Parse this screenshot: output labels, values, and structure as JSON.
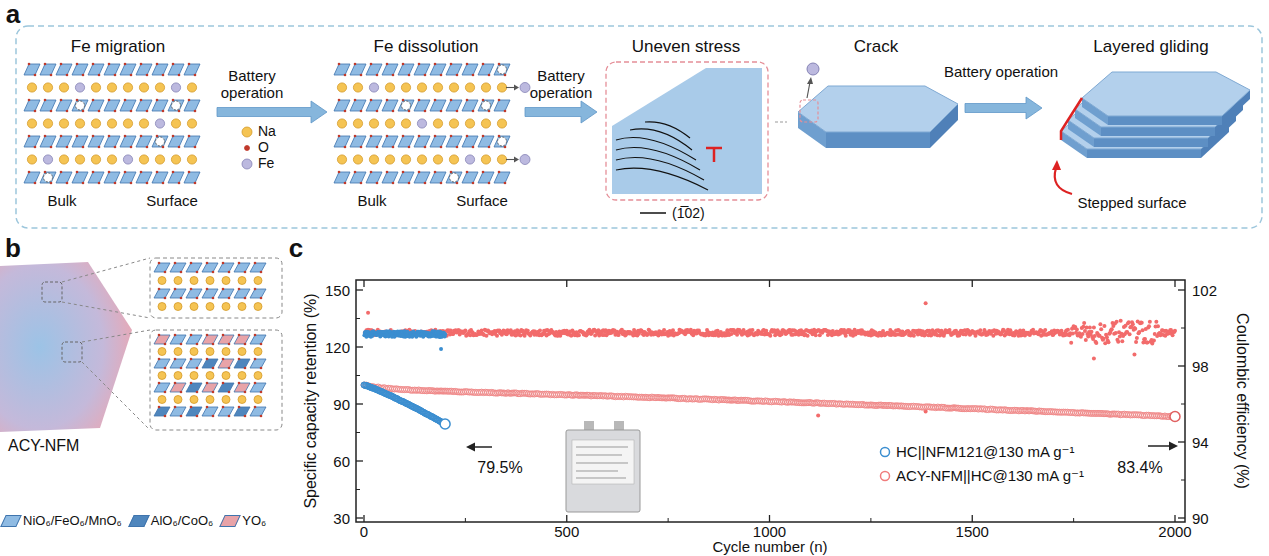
{
  "diagram": {
    "nodes": [
      {
        "text": [
          "Fe migration"
        ]
      },
      {
        "text": [
          "Fe dissolution"
        ]
      },
      {
        "text": [
          "Uneven stress"
        ]
      },
      {
        "text": [
          "Crack"
        ]
      },
      {
        "text": [
          "Layered gliding"
        ]
      },
      {
        "text": [
          "ACY-NFM"
        ]
      }
    ],
    "edges": [
      {
        "from": 0,
        "to": 1,
        "label": "Battery operation",
        "arrow": "to"
      },
      {
        "from": 1,
        "to": 2,
        "label": "Battery operation",
        "arrow": "to"
      },
      {
        "from": 2,
        "to": 3,
        "arrow": "none"
      },
      {
        "from": 3,
        "to": 4,
        "label": "Battery operation",
        "arrow": "to"
      }
    ],
    "labels": [
      "a",
      "Bulk",
      "Surface",
      "Bulk",
      "Surface",
      "(1̅02)",
      "Stepped surface",
      "b",
      "c",
      "150",
      "120",
      "90",
      "60",
      "30",
      "102",
      "98",
      "94",
      "90",
      "0",
      "500",
      "1000",
      "1500",
      "2000",
      "Specific capacity retention (%)",
      "Coulombic efficiency (%)",
      "Cycle number (n)",
      "79.5%",
      "83.4%"
    ],
    "legend": [
      {
        "text": "Na"
      },
      {
        "text": "O"
      },
      {
        "text": "Fe"
      },
      {
        "text": "NiO₆/FeO₆/MnO₆",
        "color": "#8fbbe3"
      },
      {
        "text": "AlO₆/CoO₆",
        "color": "#4f86bd"
      },
      {
        "text": "YO₆",
        "color": "#e8a3a8"
      },
      {
        "text": "HC||NFM121@130 mA g⁻¹"
      },
      {
        "text": "ACY-NFM||HC@130 mA g⁻¹"
      }
    ]
  }
}
